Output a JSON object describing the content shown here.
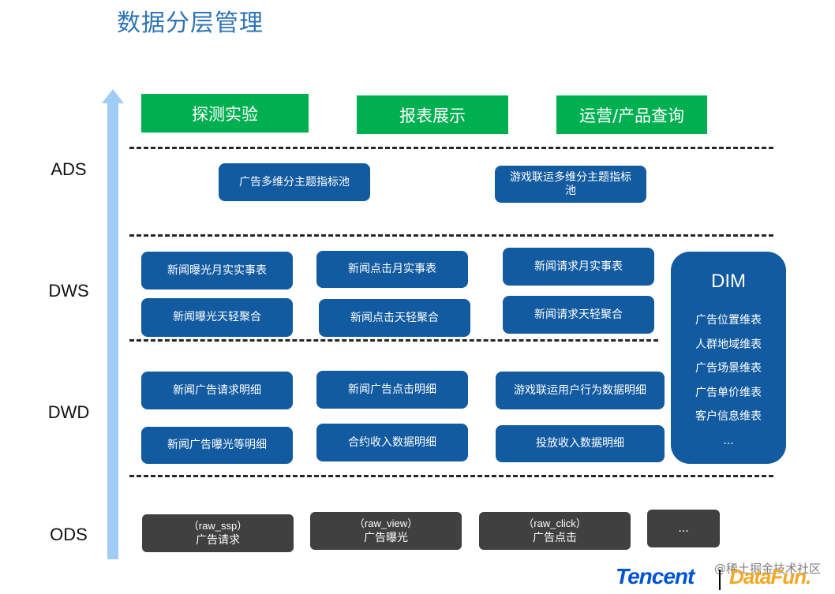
{
  "title": "数据分层管理",
  "layers": {
    "ads": "ADS",
    "dws": "DWS",
    "dwd": "DWD",
    "ods": "ODS"
  },
  "apps": [
    "探测实验",
    "报表展示",
    "运营/产品查询"
  ],
  "ads_boxes": [
    "广告多维分主题指标池",
    "游戏联运多维分主题指标池"
  ],
  "dws_boxes": [
    "新闻曝光月实实事表",
    "新闻点击月实事表",
    "新闻请求月实事表",
    "新闻曝光天轻聚合",
    "新闻点击天轻聚合",
    "新闻请求天轻聚合"
  ],
  "dwd_boxes": [
    "新闻广告请求明细",
    "新闻广告点击明细",
    "游戏联运用户行为数据明细",
    "新闻广告曝光等明细",
    "合约收入数据明细",
    "投放收入数据明细"
  ],
  "dim": {
    "title": "DIM",
    "items": [
      "广告位置维表",
      "人群地域维表",
      "广告场景维表",
      "广告单价维表",
      "客户信息维表",
      "..."
    ]
  },
  "ods_boxes": [
    {
      "raw": "（raw_ssp）",
      "label": "广告请求"
    },
    {
      "raw": "（raw_view）",
      "label": "广告曝光"
    },
    {
      "raw": "（raw_click）",
      "label": "广告点击"
    },
    {
      "raw": "",
      "label": "..."
    }
  ],
  "footer": {
    "watermark": "@稀土掘金技术社区",
    "logo_tencent": "Tencent",
    "logo_datafun": "DataFun."
  },
  "colors": {
    "title": "#2f74b5",
    "arrow": "#9fcdf5",
    "app_green": "#00b050",
    "box_blue": "#135ba1",
    "ods_gray": "#404040"
  }
}
